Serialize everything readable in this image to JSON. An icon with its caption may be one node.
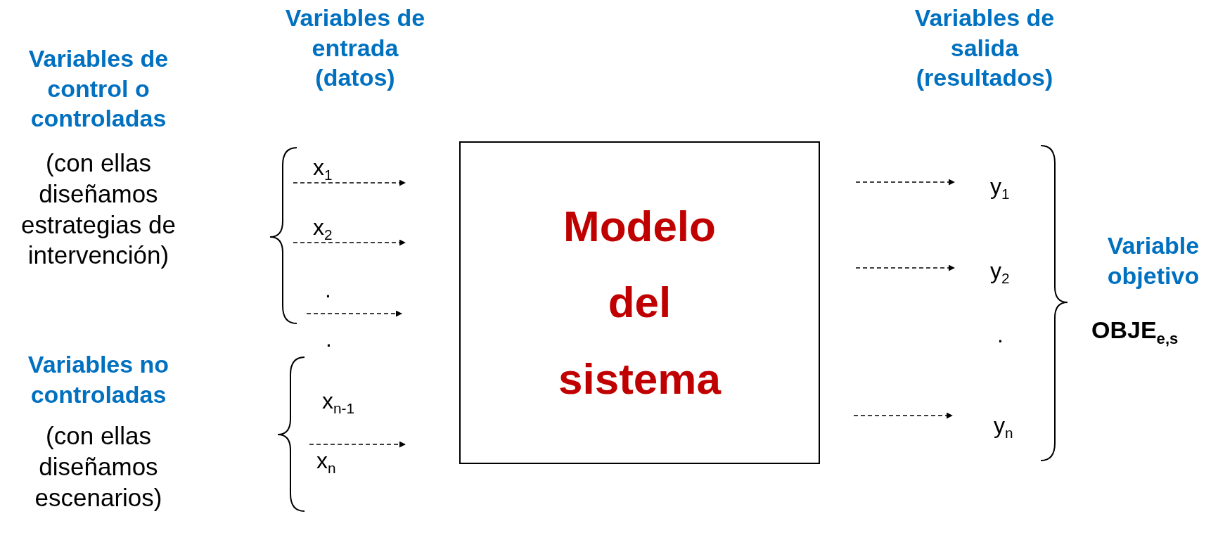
{
  "diagram": {
    "nodes": [
      {
        "text": [
          "Modelo del sistema"
        ]
      }
    ],
    "labels": [
      "Variables de entrada (datos)",
      "Variables de salida (resultados)",
      "Variables de control o controladas",
      "(con ellas diseñamos estrategias de intervención)",
      "x$_{1}$",
      "x$_{2}$",
      ".",
      "y$_{1}$",
      "y$_{2}$",
      "Variable objetivo",
      "OBJE$_{e,s}$",
      ".",
      ".",
      "Variables no controladas",
      "(con ellas diseñamos escenarios)",
      "x$_{n-1}$",
      "x$_{n}$",
      "y$_{n}$"
    ]
  }
}
